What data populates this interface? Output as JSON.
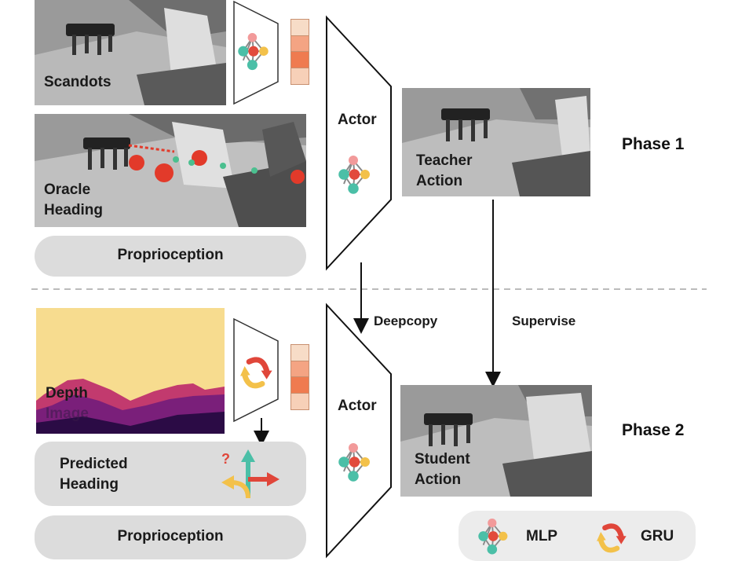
{
  "teacher_inputs": {
    "scandots_label": "Scandots",
    "oracle_heading_label_1": "Oracle",
    "oracle_heading_label_2": "Heading",
    "proprioception_label": "Proprioception"
  },
  "student_inputs": {
    "depth_label_1": "Depth",
    "depth_label_2": "Image",
    "predicted_heading_label_1": "Predicted",
    "predicted_heading_label_2": "Heading",
    "question_mark": "?",
    "proprioception_label": "Proprioception"
  },
  "actor_top_label": "Actor",
  "actor_bottom_label": "Actor",
  "teacher_action_label_1": "Teacher",
  "teacher_action_label_2": "Action",
  "student_action_label_1": "Student",
  "student_action_label_2": "Action",
  "phase1_label": "Phase 1",
  "phase2_label": "Phase 2",
  "deepcopy_label": "Deepcopy",
  "supervise_label": "Supervise",
  "legend": {
    "mlp_label": "MLP",
    "gru_label": "GRU"
  },
  "colors": {
    "feature_1": "#f7dcc7",
    "feature_2": "#f4a483",
    "feature_3": "#ef7b50",
    "feature_4": "#f7d0b8",
    "node_teal": "#4bbfa7",
    "node_red": "#e24a3c",
    "node_yellow": "#f3c14a",
    "node_pink": "#f29a9a",
    "gru_red": "#e0463a",
    "gru_yellow": "#f3c14a"
  }
}
